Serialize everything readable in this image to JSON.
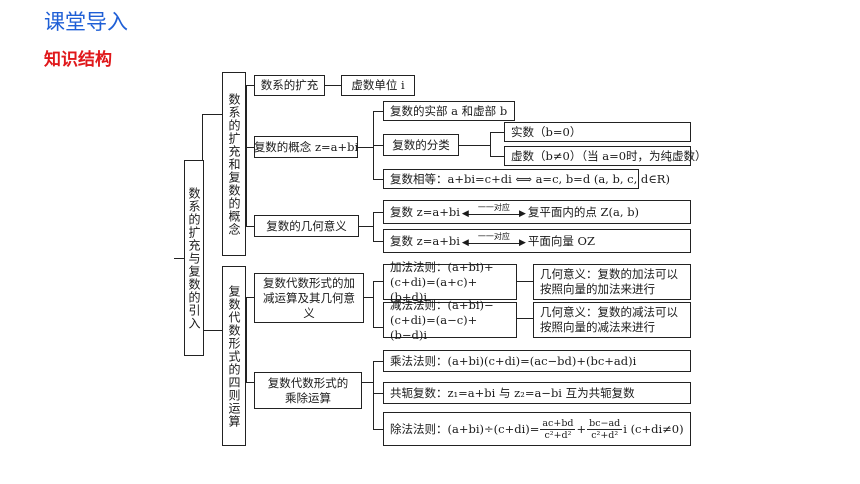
{
  "header": {
    "title": "课堂导入",
    "subtitle": "知识结构"
  },
  "diagram": {
    "root": "数系的扩充与复数的引入",
    "branch1": "数系的扩充和复数的概念",
    "branch2": "复数代数形式的四则运算",
    "expansion": "数系的扩充",
    "imag_unit": "虚数单位 i",
    "concept": "复数的概念 z=a+bi",
    "real_imag_part": "复数的实部 a 和虚部 b",
    "classify": "复数的分类",
    "real_num": "实数（b=0）",
    "imag_num": "虚数（b≠0）（当 a=0时，为纯虚数）",
    "equal": "复数相等：a+bi=c+di ⟺ a=c, b=d (a, b, c, d∈R)",
    "geometry": "复数的几何意义",
    "corr_label": "一一对应",
    "geo1_left": "复数 z=a+bi",
    "geo1_right": "复平面内的点 Z(a, b)",
    "geo2_left": "复数 z=a+bi",
    "geo2_right": "平面向量 OZ",
    "addsub": "复数代数形式的加减运算及其几何意义",
    "add_rule": "加法法则：(a+bi)+(c+di)=(a+c)+(b+d)i",
    "add_geo": "几何意义：复数的加法可以按照向量的加法来进行",
    "sub_rule": "减法法则：(a+bi)−(c+di)=(a−c)+(b−d)i",
    "sub_geo": "几何意义：复数的减法可以按照向量的减法来进行",
    "muldiv": "复数代数形式的乘除运算",
    "mul_rule": "乘法法则：(a+bi)(c+di)=(ac−bd)+(bc+ad)i",
    "conjugate": "共轭复数：z₁=a+bi 与 z₂=a−bi 互为共轭复数",
    "div_prefix": "除法法则：(a+bi)÷(c+di)=",
    "div_num1": "ac+bd",
    "div_den1": "c²+d²",
    "div_plus": "+",
    "div_num2": "bc−ad",
    "div_den2": "c²+d²",
    "div_suffix": "i (c+di≠0)"
  }
}
